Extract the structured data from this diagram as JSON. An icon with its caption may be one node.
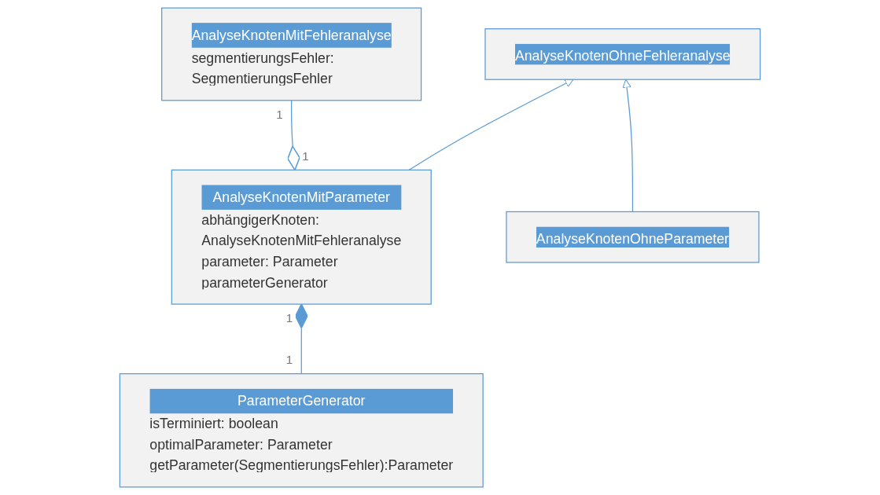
{
  "diagram": {
    "nodes": [
      {
        "text": [
          "AnalyseKnotenMitFehleranalyse",
          "segmentierungsFehler: SegmentierungsFehler"
        ]
      },
      {
        "text": [
          "AnalyseKnotenOhneFehleranalyse"
        ]
      },
      {
        "text": [
          "AnalyseKnotenMitParameter",
          "abhängigerKnoten: AnalyseKnotenMitFehleranalyse",
          "parameter: Parameter",
          "parameterGenerator"
        ]
      },
      {
        "text": [
          "AnalyseKnotenOhneParameter"
        ]
      },
      {
        "text": [
          "ParameterGenerator",
          "isTerminiert: boolean",
          "optimalParameter: Parameter",
          "getParameter(SegmentierungsFehler):Parameter"
        ]
      }
    ],
    "edges": [
      {
        "from": 2,
        "to": 0,
        "arrow": "other"
      },
      {
        "from": 2,
        "to": 1,
        "arrow": "to"
      },
      {
        "from": 3,
        "to": 1,
        "arrow": "to"
      },
      {
        "from": 4,
        "to": 2,
        "arrow": "other"
      }
    ],
    "labels": [
      "1",
      "1",
      "1",
      "1"
    ]
  }
}
